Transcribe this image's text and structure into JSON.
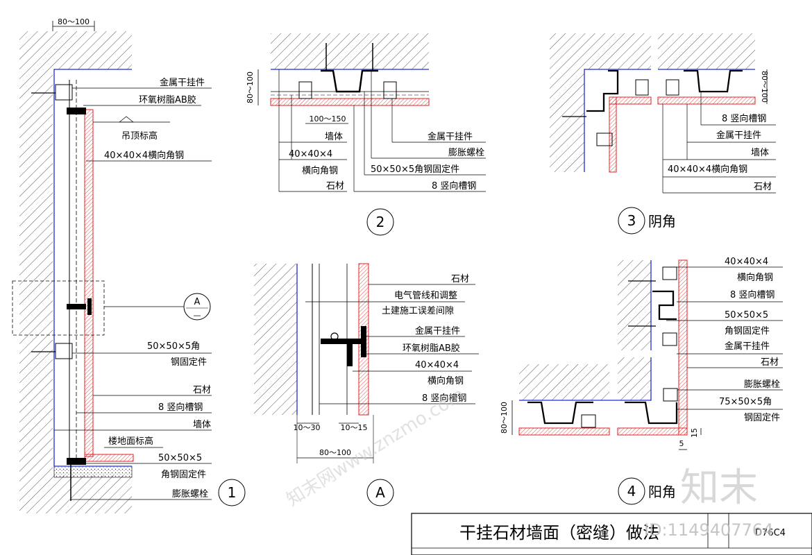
{
  "title_block": {
    "title": "干挂石材墙面（密缝）做法",
    "code": "D76C4"
  },
  "detail1": {
    "number": "1",
    "dim_top": "80～100",
    "labels": {
      "hanger": "金属干挂件",
      "epoxy": "环氧树脂AB胶",
      "ceiling": "吊顶标高",
      "angle40": "40×40×4横向角钢",
      "angle50": "50×50×5角",
      "angle50b": "钢固定件",
      "stone": "石材",
      "channel": "8 竖向槽钢",
      "wall": "墙体",
      "floor": "楼地面标高",
      "angle50c": "50×50×5",
      "angle50d": "角钢固定件",
      "bolt": "膨胀螺栓"
    },
    "callout": "A"
  },
  "detail2": {
    "number": "2",
    "dim_left": "80～100",
    "dim_bottom": "100～150",
    "labels": {
      "wall": "墙体",
      "angle40": "40×40×4",
      "angle40b": "横向角钢",
      "stone": "石材",
      "hanger": "金属干挂件",
      "bolt": "膨胀螺栓",
      "angle50": "50×50×5角钢固定件",
      "channel": "8 竖向槽钢"
    }
  },
  "detail3": {
    "number": "3",
    "name": "阴角",
    "dim_right": "80～100",
    "labels": {
      "channel": "8 竖向槽钢",
      "hanger": "金属干挂件",
      "wall": "墙体",
      "angle40": "40×40×4横向角钢",
      "stone": "石材"
    }
  },
  "detailA": {
    "number": "A",
    "dim1": "10～30",
    "dim2": "10～15",
    "dim3": "80～100",
    "labels": {
      "stone": "石材",
      "gap1": "电气管线和调整",
      "gap2": "土建施工误差间隙",
      "hanger": "金属干挂件",
      "epoxy": "环氧树脂AB胶",
      "angle40": "40×40×4",
      "angle40b": "横向角钢",
      "channel": "8 竖向槽钢"
    }
  },
  "detail4": {
    "number": "4",
    "name": "阳角",
    "dim_left": "80～100",
    "dim_5": "5",
    "dim_15": "15",
    "labels": {
      "angle40": "40×40×4",
      "angle40b": "横向角钢",
      "channel": "8 竖向槽钢",
      "angle50": "50×50×5",
      "angle50b": "角钢固定件",
      "hanger": "金属干挂件",
      "stone": "石材",
      "bolt": "膨胀螺栓",
      "angle75": "75×50×5角",
      "angle75b": "钢固定件"
    }
  },
  "watermark": {
    "brand": "知末",
    "id": "ID:1149407764",
    "site": "知末网www.znzmo.com"
  },
  "colors": {
    "line": "#000000",
    "blue": "#1f2bd6",
    "red": "#e02020",
    "hatch": "#555555"
  }
}
